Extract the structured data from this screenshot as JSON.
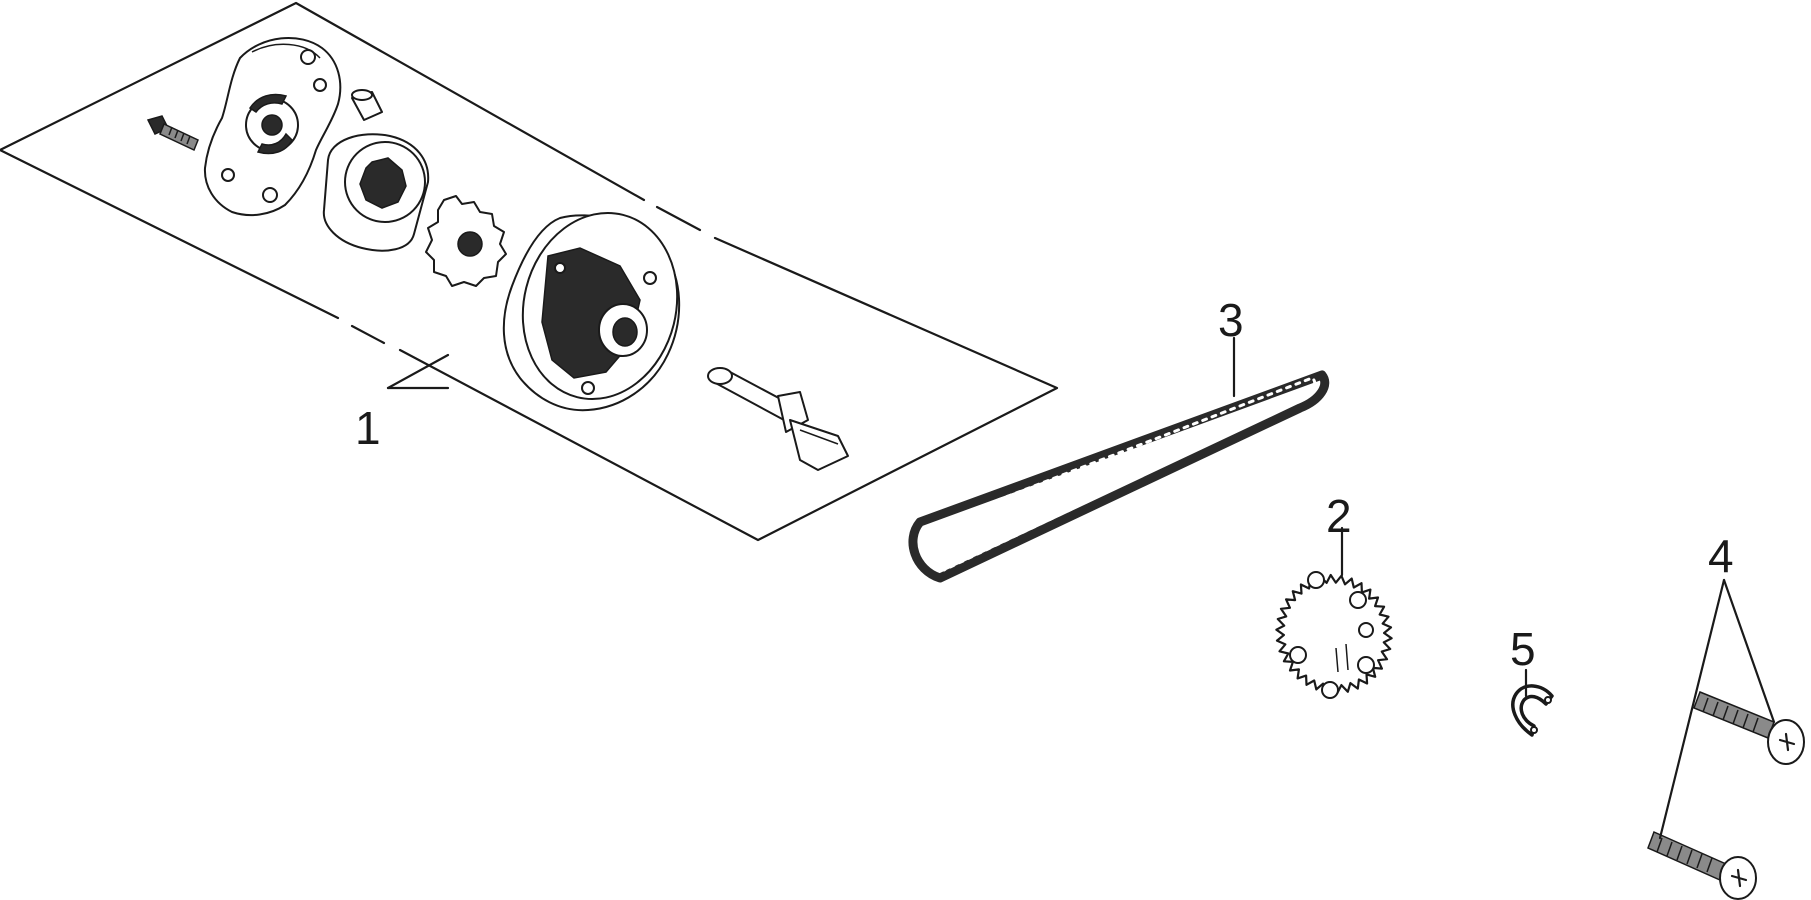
{
  "callouts": {
    "c1": "1",
    "c2": "2",
    "c3": "3",
    "c4": "4",
    "c5": "5"
  },
  "colors": {
    "line": "#1a1a1a",
    "background": "#ffffff",
    "shade": "#8a8a8a"
  }
}
